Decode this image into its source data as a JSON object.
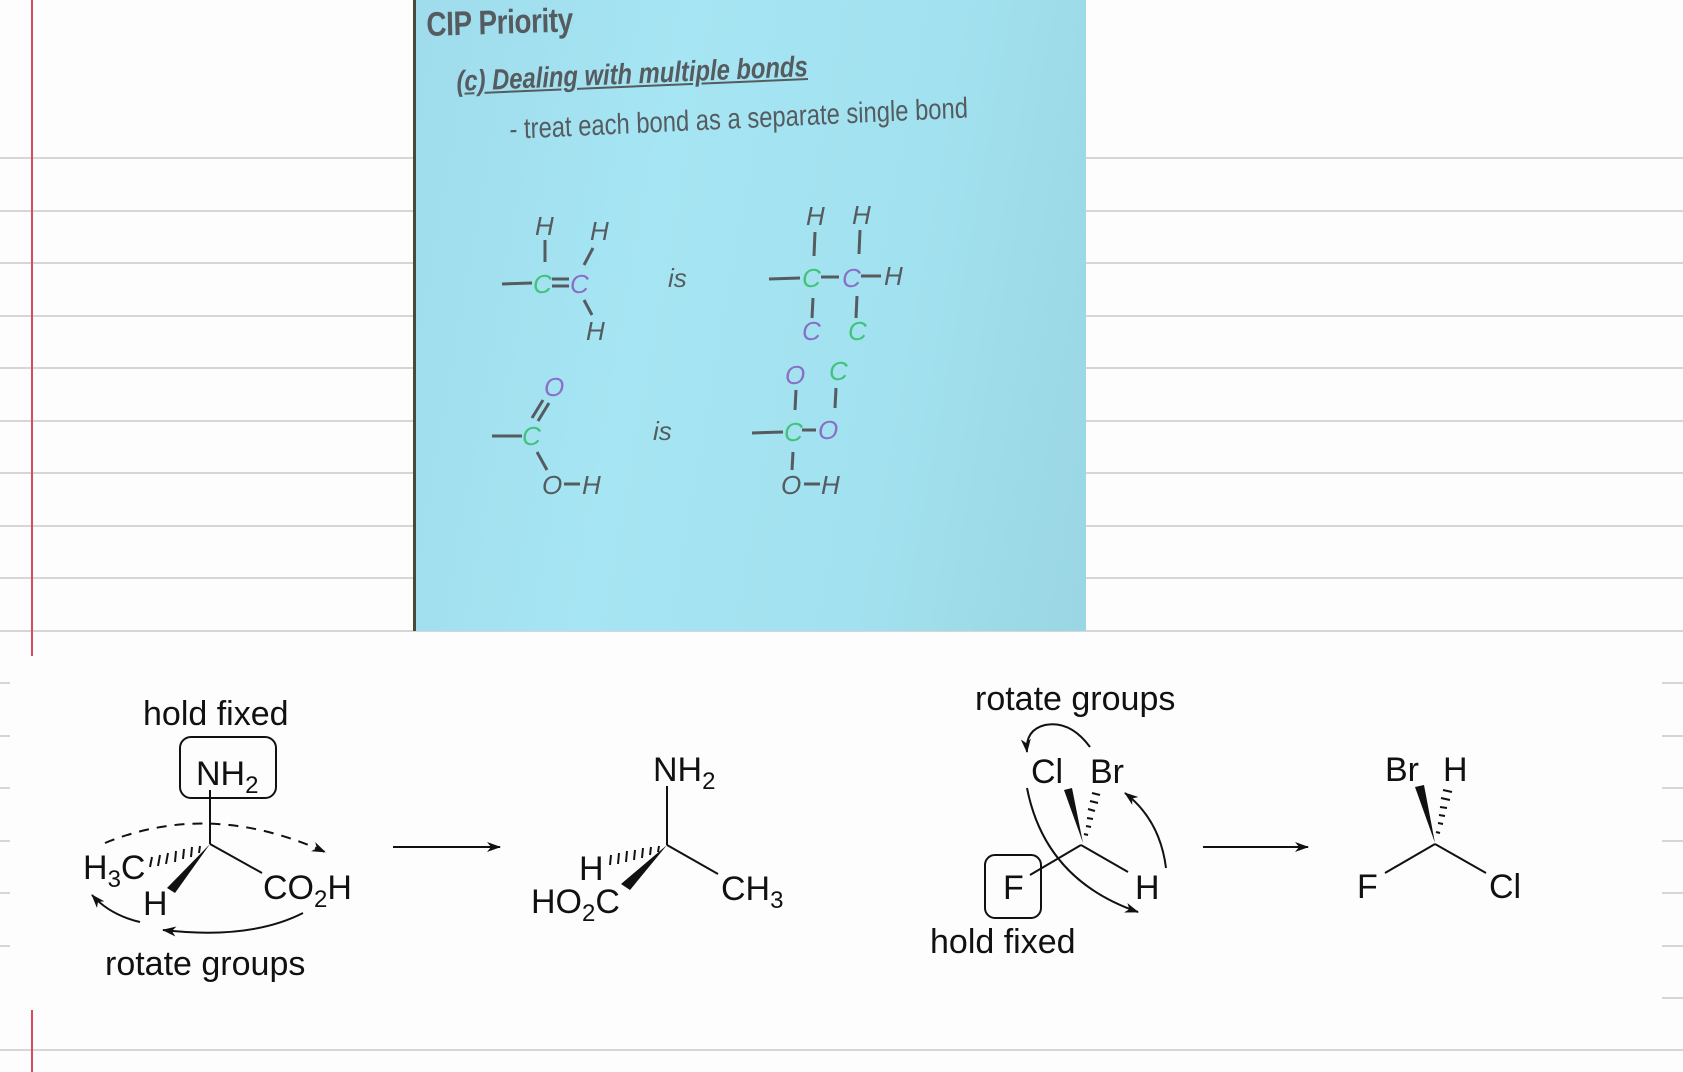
{
  "slide": {
    "title": "CIP Priority",
    "subheading": "(c) Dealing with multiple bonds",
    "bullet": "- treat each bond as a separate single bond",
    "examples": [
      {
        "left": "alkene C=C with H substituents",
        "connector": "is",
        "right": "duplicated C atoms on each carbon"
      },
      {
        "left": "carbonyl C=O with O-H",
        "connector": "is",
        "right": "duplicated O and C atoms"
      }
    ],
    "labels": {
      "H": "H",
      "C": "C",
      "O": "O",
      "OH": "O—H",
      "is": "is"
    },
    "colors": {
      "background": "#a4e2f1",
      "text": "#555b5e",
      "green": "#3fc47a",
      "purple": "#8a6fc8"
    }
  },
  "notebook": {
    "ruled_line_color": "#d6d6d6",
    "margin_line_color": "#d9485f"
  },
  "diagrams": {
    "alanine_before": {
      "top_label": "hold fixed",
      "fixed_group": "NH2",
      "left_group": "H3C",
      "hydrogen": "H",
      "right_group": "CO2H",
      "bottom_label": "rotate groups"
    },
    "alanine_after": {
      "top_group": "NH2",
      "hydrogen": "H",
      "left_group": "HO2C",
      "right_group": "CH3"
    },
    "halide_before": {
      "top_label": "rotate groups",
      "cl": "Cl",
      "br": "Br",
      "fixed_group": "F",
      "hydrogen": "H",
      "bottom_label": "hold fixed"
    },
    "halide_after": {
      "br": "Br",
      "hydrogen": "H",
      "f": "F",
      "cl": "Cl"
    }
  }
}
